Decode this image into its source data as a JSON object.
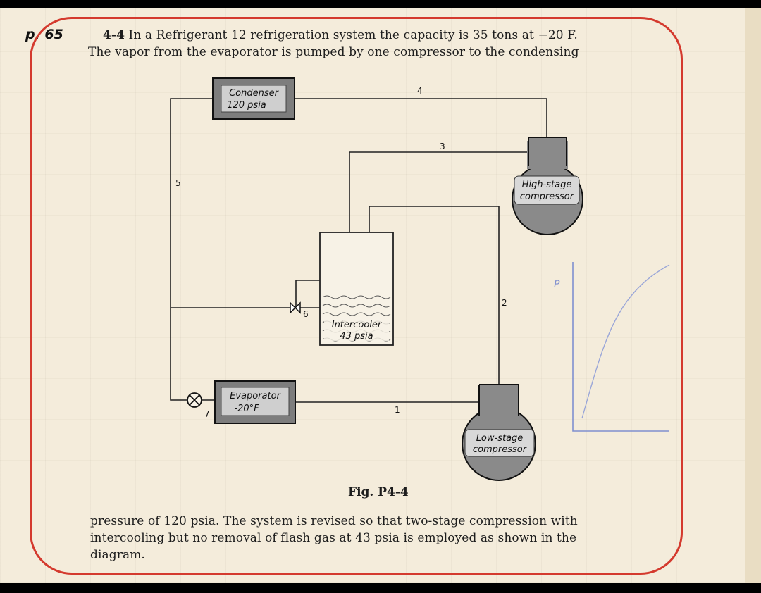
{
  "page_label": "p. 65",
  "problem": {
    "number": "4-4",
    "line1": "In a Refrigerant 12 refrigeration system the capacity is 35 tons at −20 F.",
    "line2": "The vapor from the evaporator is pumped by one compressor to the condensing",
    "line3": "pressure of 120 psia.   The system is revised so that two-stage compression with",
    "line4": "intercooling but no removal of flash gas at 43 psia is employed as shown in the",
    "line5": "diagram."
  },
  "figure": {
    "caption": "Fig. P4-4",
    "condenser": {
      "name": "Condenser",
      "pressure": "120 psia"
    },
    "evaporator": {
      "name": "Evaporator",
      "temperature": "-20°F"
    },
    "intercooler": {
      "name": "Intercooler",
      "pressure": "43 psia"
    },
    "high_stage": {
      "line1": "High-stage",
      "line2": "compressor"
    },
    "low_stage": {
      "line1": "Low-stage",
      "line2": "compressor"
    },
    "state_points": [
      "1",
      "2",
      "3",
      "4",
      "5",
      "6",
      "7"
    ]
  },
  "annotation": {
    "label": "P"
  },
  "colors": {
    "frame": "#d43a2e",
    "sketch": "#7f8fcf",
    "box_fill": "#7d7d7d",
    "compressor_fill": "#8a8a8a"
  }
}
